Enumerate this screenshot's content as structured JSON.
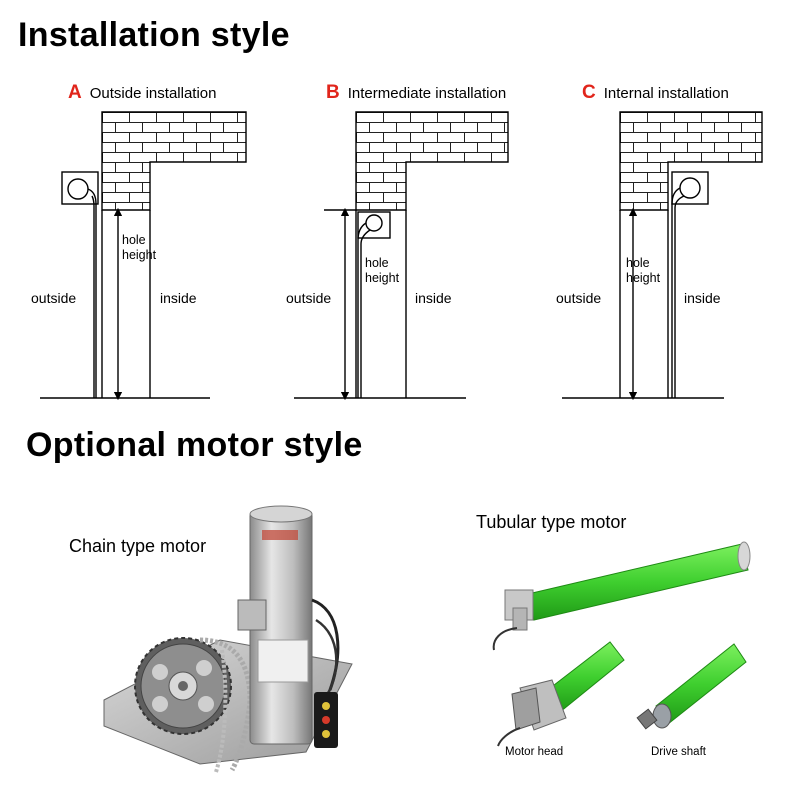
{
  "headings": {
    "installation": "Installation style",
    "motor": "Optional motor style"
  },
  "panels": [
    {
      "letter": "A",
      "title": "Outside installation",
      "hole": [
        "hole",
        "height"
      ],
      "outside": "outside",
      "inside": "inside"
    },
    {
      "letter": "B",
      "title": "Intermediate installation",
      "hole": [
        "hole",
        "height"
      ],
      "outside": "outside",
      "inside": "inside"
    },
    {
      "letter": "C",
      "title": "Internal installation",
      "hole": [
        "hole",
        "height"
      ],
      "outside": "outside",
      "inside": "inside"
    }
  ],
  "motors": {
    "chain": {
      "label": "Chain type motor"
    },
    "tubular": {
      "label": "Tubular type motor",
      "head_label": "Motor head",
      "shaft_label": "Drive shaft"
    }
  },
  "colors": {
    "accent_letter": "#e1251b",
    "tube_green": "#3fcf2f",
    "motor_grey": "#b9b9b9"
  }
}
